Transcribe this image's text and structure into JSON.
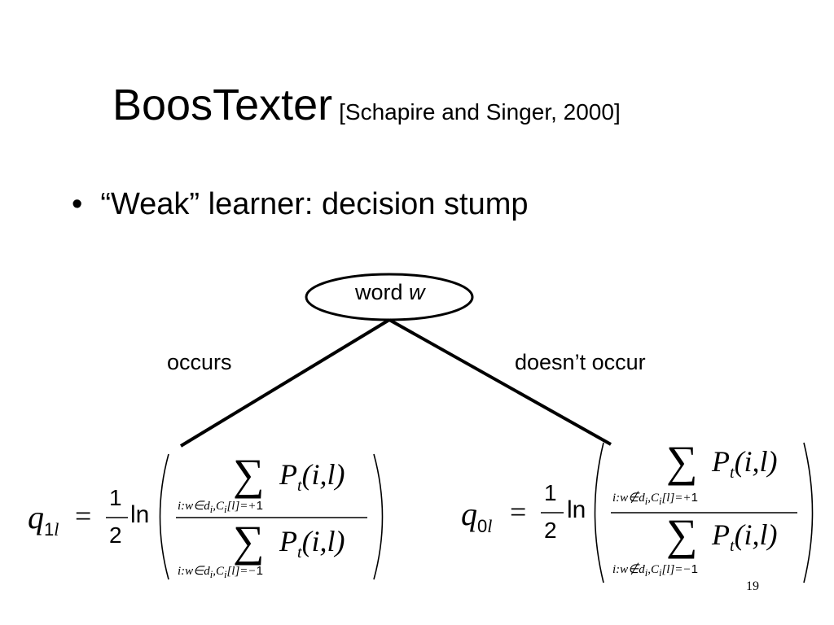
{
  "slide": {
    "title": "BoosTexter",
    "citation": "[Schapire and Singer, 2000]",
    "bullet_marker": "•",
    "bullet_text": "“Weak” learner: decision stump",
    "page_number": "19"
  },
  "tree": {
    "node_label": "word ",
    "node_var": "w",
    "left_branch": "occurs",
    "right_branch": "doesn’t occur"
  },
  "formulas": {
    "left": {
      "lhs_var": "q",
      "lhs_sub": "1",
      "lhs_sub_var": "l",
      "equals": "=",
      "half_num": "1",
      "half_den": "2",
      "ln": "ln",
      "sum": "∑",
      "pt": "P",
      "pt_sub": "t",
      "pt_args": "(i,l)",
      "numer_cond": "i:w∈d",
      "numer_cond_sub": "i",
      "numer_cond_rest": ",C",
      "numer_cond_sub2": "i",
      "numer_cond_tail": "[l]=+",
      "numer_cond_num": "1",
      "denom_cond_tail": "[l]=−",
      "denom_cond_num": "1"
    },
    "right": {
      "lhs_var": "q",
      "lhs_sub": "0",
      "lhs_sub_var": "l",
      "equals": "=",
      "half_num": "1",
      "half_den": "2",
      "ln": "ln",
      "sum": "∑",
      "pt": "P",
      "pt_sub": "t",
      "pt_args": "(i,l)",
      "numer_cond": "i:w∉d",
      "numer_cond_sub": "i",
      "numer_cond_rest": ",C",
      "numer_cond_sub2": "i",
      "numer_cond_tail": "[l]=+",
      "numer_cond_num": "1",
      "denom_cond_tail": "[l]=−",
      "denom_cond_num": "1"
    }
  }
}
